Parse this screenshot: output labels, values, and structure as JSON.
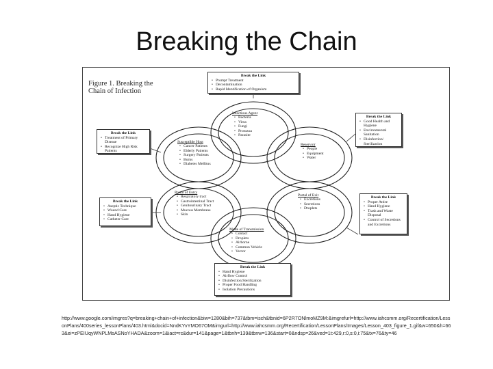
{
  "slide": {
    "title": "Breaking the Chain"
  },
  "figure": {
    "caption_line1": "Figure 1.  Breaking the",
    "caption_line2": "Chain of Infection",
    "break_boxes": [
      {
        "id": "top",
        "heading": "Break the Link",
        "items": [
          "Prompt Treatment",
          "Decontamination",
          "Rapid Identification of Organism"
        ]
      },
      {
        "id": "upper-right",
        "heading": "Break the Link",
        "items": [
          "Good Health and Hygiene",
          "Environmental Sanitation",
          "Disinfection/ Sterilization"
        ]
      },
      {
        "id": "lower-right",
        "heading": "Break the Link",
        "items": [
          "Proper Attire",
          "Hand Hygiene",
          "Trash and Waste Disposal",
          "Control of Secretions and Excretions"
        ]
      },
      {
        "id": "bottom",
        "heading": "Break the Link",
        "items": [
          "Hand Hygiene",
          "Airflow Control",
          "Disinfection/Sterilization",
          "Proper Food Handling",
          "Isolation Precautions"
        ]
      },
      {
        "id": "lower-left",
        "heading": "Break the Link",
        "items": [
          "Aseptic Technique",
          "Wound Care",
          "Hand Hygiene",
          "Catheter Care"
        ]
      },
      {
        "id": "upper-left",
        "heading": "Break the Link",
        "items": [
          "Treatment of Primary Disease",
          "Recognize High Risk Patients"
        ]
      }
    ],
    "rings": [
      {
        "id": "agent",
        "heading": "Infectious Agent",
        "items": [
          "Bacteria",
          "Virus",
          "Fungi",
          "Protozoa",
          "Parasite"
        ]
      },
      {
        "id": "reservoir",
        "heading": "Reservoir",
        "items": [
          "People",
          "Equipment",
          "Water"
        ]
      },
      {
        "id": "exit",
        "heading": "Portal of Exit",
        "items": [
          "Excretions",
          "Secretions",
          "Droplets"
        ]
      },
      {
        "id": "transmission",
        "heading": "Mode of Transmission",
        "items": [
          "Contact",
          "Droplets",
          "Airborne",
          "Common Vehicle",
          "Vector"
        ]
      },
      {
        "id": "entry",
        "heading": "Portal of Entry",
        "items": [
          "Respiratory tract",
          "Gastrointestinal Tract",
          "Genitourinary Tract",
          "Mucous Membrane",
          "Skin"
        ]
      },
      {
        "id": "host",
        "heading": "Susceptible Host",
        "items": [
          "Cancer Patients",
          "Elderly Patients",
          "Surgery Patients",
          "Burns",
          "Diabetes Mellitus"
        ]
      }
    ]
  },
  "source_url": "http://www.google.com/imgres?q=breaking+chain+of+infection&biw=1280&bih=737&tbm=isch&tbnid=6P2R7ONlmoMZ9M:&imgrefurl=http://www.iahcsmm.org/Recertification/LessonPlans/400series_lessonPlans/403.html&docid=NndKYvYMO67OM&imgurl=http://www.iahcsmm.org/Recertification/LessonPlans/Images/Lesson_403_figure_1.gif&w=650&h=663&ei=zPEIUqyWNPLMsASNoYHADA&zoom=1&iact=rc&dur=141&page=1&tbnh=139&tbnw=136&start=0&ndsp=26&ved=1t:429,r:0,s:0,i:75&tx=76&ty=46"
}
